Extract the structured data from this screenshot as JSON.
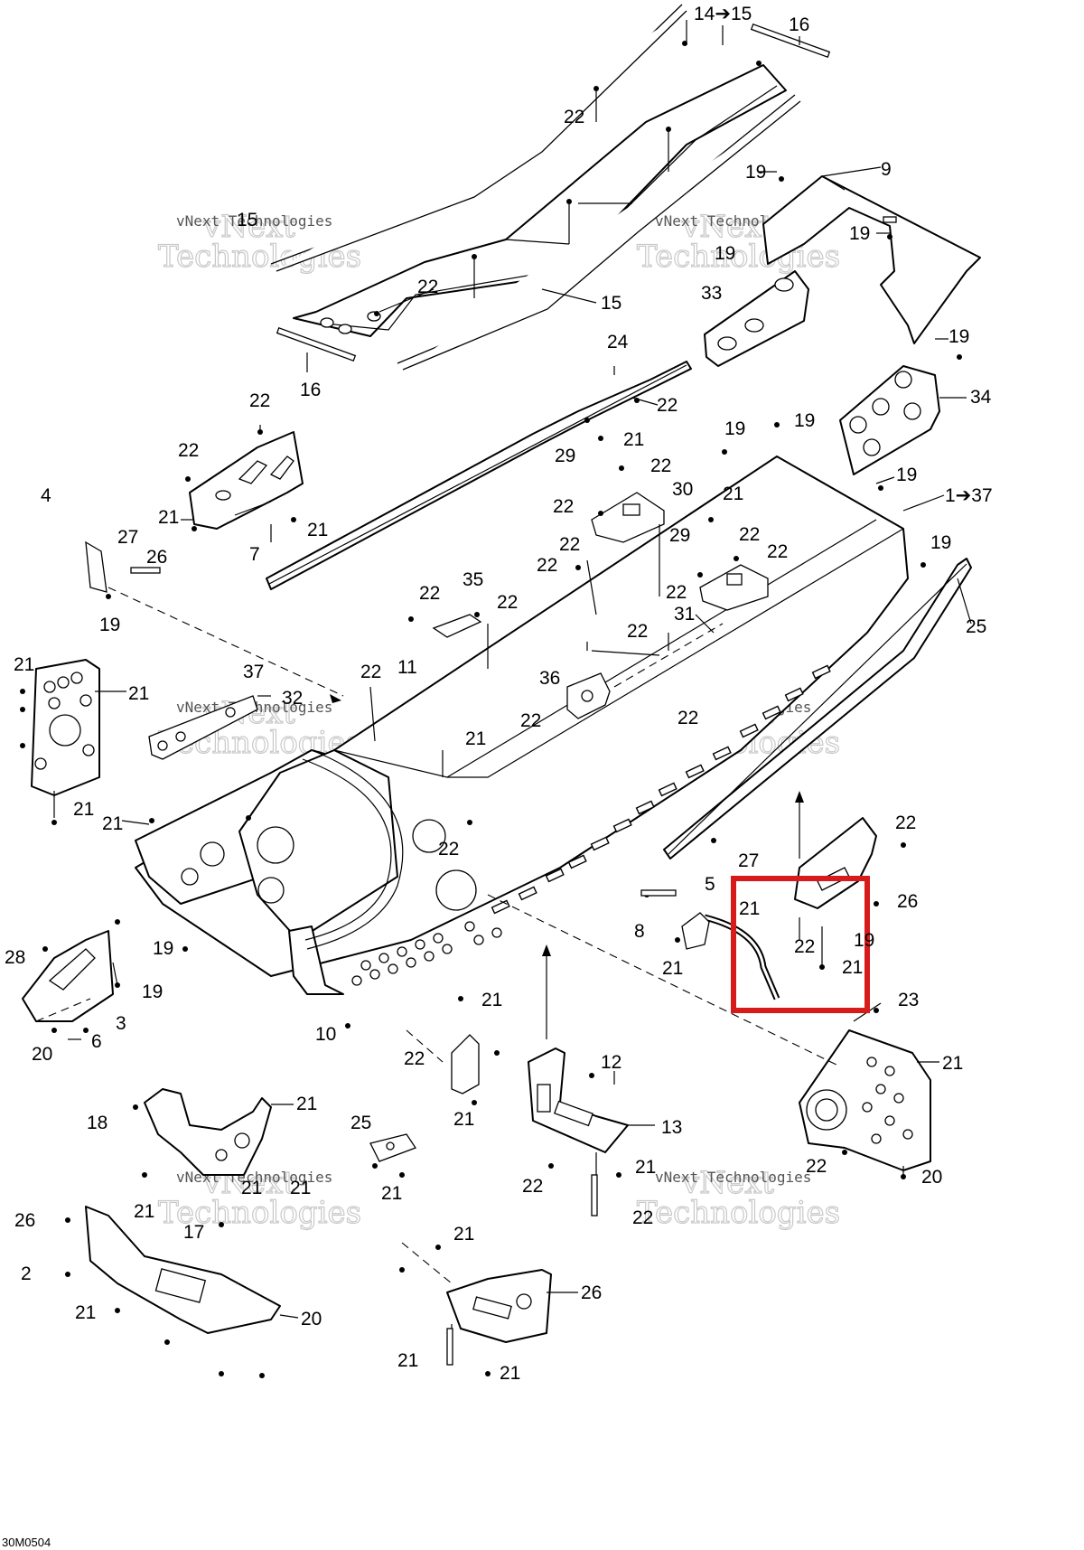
{
  "diagram_code": "30M0504",
  "watermark": {
    "line1": "vNext",
    "line2": "Technologies",
    "small": "vNext Technologies"
  },
  "callouts": [
    {
      "id": "c1",
      "text": "14➔15"
    },
    {
      "id": "c2",
      "text": "16"
    },
    {
      "id": "c3",
      "text": "22"
    },
    {
      "id": "c4",
      "text": "19"
    },
    {
      "id": "c5",
      "text": "9"
    },
    {
      "id": "c6",
      "text": "15"
    },
    {
      "id": "c7",
      "text": "19"
    },
    {
      "id": "c8",
      "text": "19"
    },
    {
      "id": "c9",
      "text": "22"
    },
    {
      "id": "c10",
      "text": "15"
    },
    {
      "id": "c11",
      "text": "33"
    },
    {
      "id": "c12",
      "text": "19"
    },
    {
      "id": "c13",
      "text": "16"
    },
    {
      "id": "c14",
      "text": "24"
    },
    {
      "id": "c15",
      "text": "34"
    },
    {
      "id": "c16",
      "text": "22"
    },
    {
      "id": "c17",
      "text": "22"
    },
    {
      "id": "c18",
      "text": "19"
    },
    {
      "id": "c19",
      "text": "19"
    },
    {
      "id": "c20",
      "text": "22"
    },
    {
      "id": "c21",
      "text": "21"
    },
    {
      "id": "c22",
      "text": "29"
    },
    {
      "id": "c23",
      "text": "22"
    },
    {
      "id": "c24",
      "text": "19"
    },
    {
      "id": "c25",
      "text": "1➔37"
    },
    {
      "id": "c26",
      "text": "4"
    },
    {
      "id": "c27",
      "text": "21"
    },
    {
      "id": "c28",
      "text": "21"
    },
    {
      "id": "c29",
      "text": "30"
    },
    {
      "id": "c30",
      "text": "22"
    },
    {
      "id": "c31",
      "text": "21"
    },
    {
      "id": "c32",
      "text": "7"
    },
    {
      "id": "c33",
      "text": "29"
    },
    {
      "id": "c34",
      "text": "22"
    },
    {
      "id": "c35",
      "text": "22"
    },
    {
      "id": "c36",
      "text": "19"
    },
    {
      "id": "c37",
      "text": "27"
    },
    {
      "id": "c38",
      "text": "26"
    },
    {
      "id": "c39",
      "text": "22"
    },
    {
      "id": "c40",
      "text": "22"
    },
    {
      "id": "c41",
      "text": "25"
    },
    {
      "id": "c42",
      "text": "35"
    },
    {
      "id": "c43",
      "text": "22"
    },
    {
      "id": "c44",
      "text": "22"
    },
    {
      "id": "c45",
      "text": "19"
    },
    {
      "id": "c46",
      "text": "31"
    },
    {
      "id": "c47",
      "text": "22"
    },
    {
      "id": "c48",
      "text": "21"
    },
    {
      "id": "c49",
      "text": "22"
    },
    {
      "id": "c50",
      "text": "22"
    },
    {
      "id": "c51",
      "text": "11"
    },
    {
      "id": "c52",
      "text": "21"
    },
    {
      "id": "c53",
      "text": "37"
    },
    {
      "id": "c54",
      "text": "32"
    },
    {
      "id": "c55",
      "text": "36"
    },
    {
      "id": "c56",
      "text": "22"
    },
    {
      "id": "c57",
      "text": "22"
    },
    {
      "id": "c58",
      "text": "21"
    },
    {
      "id": "c59",
      "text": "21"
    },
    {
      "id": "c60",
      "text": "21"
    },
    {
      "id": "c61",
      "text": "22"
    },
    {
      "id": "c62",
      "text": "22"
    },
    {
      "id": "c63",
      "text": "27"
    },
    {
      "id": "c64",
      "text": "5"
    },
    {
      "id": "c65",
      "text": "21"
    },
    {
      "id": "c66",
      "text": "26"
    },
    {
      "id": "c67",
      "text": "8"
    },
    {
      "id": "c68",
      "text": "22"
    },
    {
      "id": "c69",
      "text": "19"
    },
    {
      "id": "c70",
      "text": "21"
    },
    {
      "id": "c71",
      "text": "21"
    },
    {
      "id": "c72",
      "text": "19"
    },
    {
      "id": "c73",
      "text": "28"
    },
    {
      "id": "c74",
      "text": "19"
    },
    {
      "id": "c75",
      "text": "21"
    },
    {
      "id": "c76",
      "text": "23"
    },
    {
      "id": "c77",
      "text": "3"
    },
    {
      "id": "c78",
      "text": "20"
    },
    {
      "id": "c79",
      "text": "6"
    },
    {
      "id": "c80",
      "text": "22"
    },
    {
      "id": "c81",
      "text": "12"
    },
    {
      "id": "c82",
      "text": "21"
    },
    {
      "id": "c83",
      "text": "10"
    },
    {
      "id": "c84",
      "text": "21"
    },
    {
      "id": "c85",
      "text": "18"
    },
    {
      "id": "c86",
      "text": "13"
    },
    {
      "id": "c87",
      "text": "25"
    },
    {
      "id": "c88",
      "text": "21"
    },
    {
      "id": "c89",
      "text": "21"
    },
    {
      "id": "c90",
      "text": "21"
    },
    {
      "id": "c91",
      "text": "21"
    },
    {
      "id": "c92",
      "text": "22"
    },
    {
      "id": "c93",
      "text": "22"
    },
    {
      "id": "c94",
      "text": "21"
    },
    {
      "id": "c95",
      "text": "20"
    },
    {
      "id": "c96",
      "text": "26"
    },
    {
      "id": "c97",
      "text": "22"
    },
    {
      "id": "c98",
      "text": "21"
    },
    {
      "id": "c99",
      "text": "17"
    },
    {
      "id": "c100",
      "text": "21"
    },
    {
      "id": "c101",
      "text": "2"
    },
    {
      "id": "c102",
      "text": "26"
    },
    {
      "id": "c103",
      "text": "21"
    },
    {
      "id": "c104",
      "text": "20"
    },
    {
      "id": "c105",
      "text": "21"
    },
    {
      "id": "c106",
      "text": "21"
    }
  ]
}
